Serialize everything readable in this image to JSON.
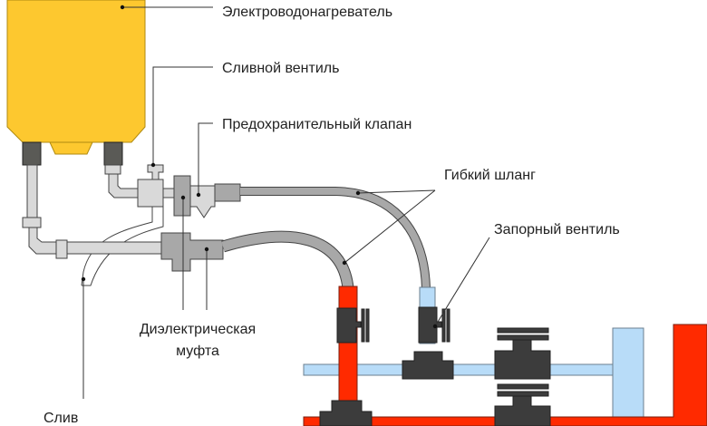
{
  "labels": {
    "heater": "Электроводонагреватель",
    "drain_valve": "Сливной вентиль",
    "safety_valve": "Предохранительный клапан",
    "flexible_hose": "Гибкий шланг",
    "shutoff_valve": "Запорный вентиль",
    "dielectric_line1": "Диэлектрическая",
    "dielectric_line2": "муфта",
    "drain": "Слив"
  },
  "colors": {
    "heater": "#fdc82f",
    "hot_pipe": "#ff2a00",
    "cold_pipe": "#b8dcf8",
    "fitting": "#3c3c3c",
    "hose": "#a8a8a8"
  }
}
